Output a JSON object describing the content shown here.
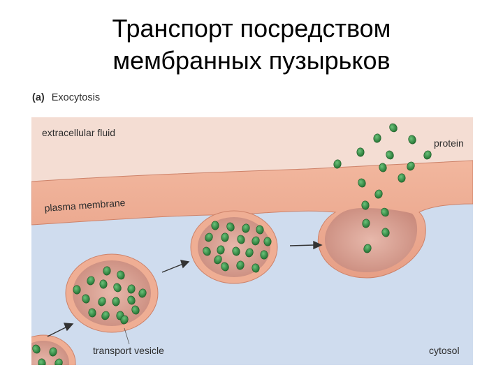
{
  "slide": {
    "title_line1": "Транспорт посредством",
    "title_line2": "мембранных пузырьков"
  },
  "figure": {
    "panel_letter": "(a)",
    "panel_title": "Exocytosis",
    "labels": {
      "extracellular": "extracellular fluid",
      "protein": "protein",
      "membrane": "plasma membrane",
      "vesicle": "transport vesicle",
      "cytosol": "cytosol"
    },
    "colors": {
      "extracellular": "#f4ddd3",
      "cytosol": "#cfdcee",
      "membrane": "#efae94",
      "vesicle_interior": "#d69a8d",
      "protein": "#2f8a3e"
    }
  }
}
